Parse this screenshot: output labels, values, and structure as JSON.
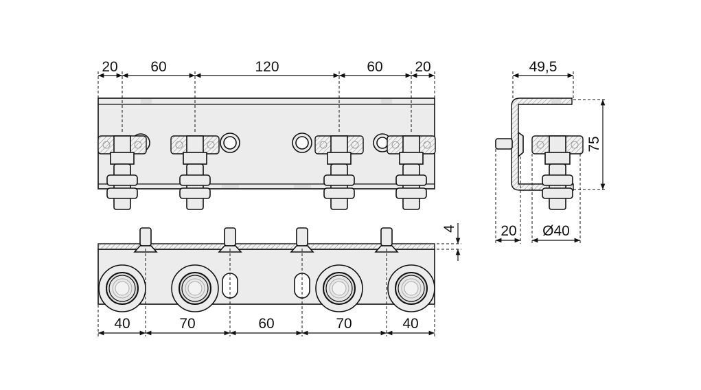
{
  "top_view": {
    "dimensions": [
      "20",
      "60",
      "120",
      "60",
      "20"
    ]
  },
  "bottom_view": {
    "dimensions": [
      "40",
      "70",
      "60",
      "70",
      "40"
    ],
    "thickness": "4"
  },
  "side_view": {
    "width": "49,5",
    "height": "75",
    "offset": "20",
    "diameter": "Ø40"
  },
  "colors": {
    "fill": "#ececec",
    "line": "#111111"
  }
}
